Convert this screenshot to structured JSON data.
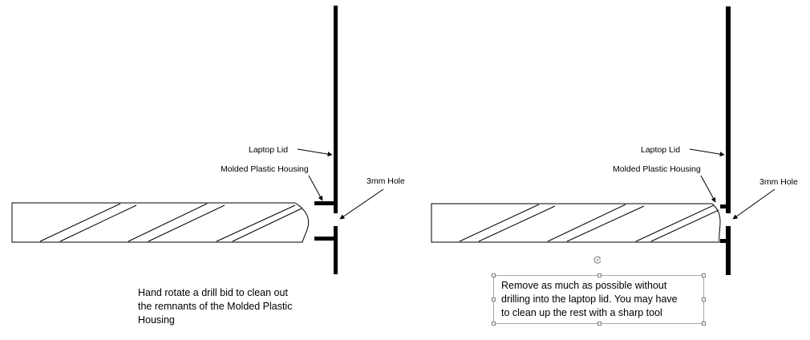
{
  "left_diagram": {
    "labels": {
      "laptop_lid": "Laptop Lid",
      "molded_housing": "Molded Plastic Housing",
      "hole": "3mm Hole"
    },
    "caption": "Hand rotate a drill bid to clean out\nthe remnants of the Molded Plastic\nHousing"
  },
  "right_diagram": {
    "labels": {
      "laptop_lid": "Laptop Lid",
      "molded_housing": "Molded Plastic Housing",
      "hole": "3mm Hole"
    },
    "caption": "Remove as much as possible without\ndrilling into the laptop lid.  You may have\nto clean up the rest with a sharp tool",
    "caption_selected": true
  }
}
